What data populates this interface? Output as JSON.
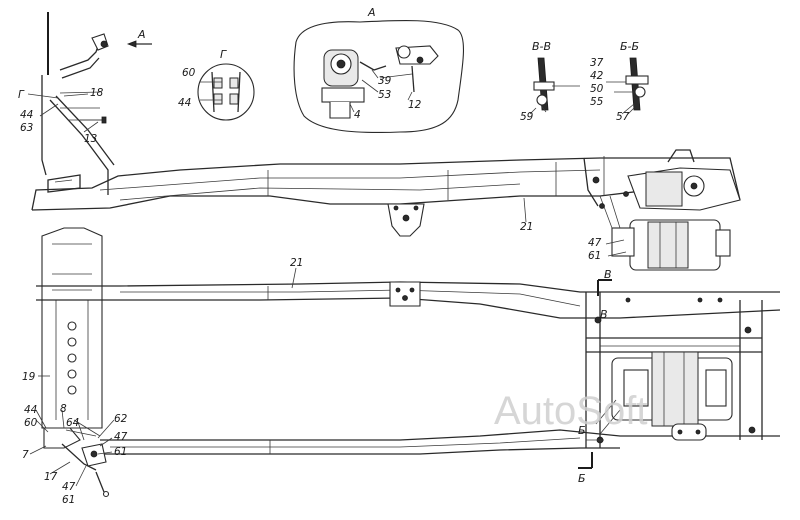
{
  "views": {
    "view_a_title": "А",
    "view_g_title": "Г",
    "section_vv_title": "В-В",
    "section_bb_title": "Б-Б",
    "arrow_a_label": "А"
  },
  "labels": {
    "g_side": "Г",
    "n18": "18",
    "n44_top": "44",
    "n63": "63",
    "n13": "13",
    "n60_g": "60",
    "n44_g": "44",
    "n39": "39",
    "n53": "53",
    "n12": "12",
    "n4": "4",
    "n59": "59",
    "n37": "37",
    "n42": "42",
    "n50": "50",
    "n55": "55",
    "n57": "57",
    "n21_side": "21",
    "n47_side": "47",
    "n61_side": "61",
    "n21_plan": "21",
    "n19": "19",
    "n44_plan": "44",
    "n8": "8",
    "n60_plan": "60",
    "n64": "64",
    "n62": "62",
    "n47_plan": "47",
    "n7": "7",
    "n61_plan": "61",
    "n17": "17",
    "n47_bottom": "47",
    "n61_bottom": "61",
    "cut_v_top": "В",
    "cut_v_mid": "В",
    "cut_b_mid": "Б",
    "cut_b_bottom": "Б"
  },
  "watermark": "AutoSoft"
}
